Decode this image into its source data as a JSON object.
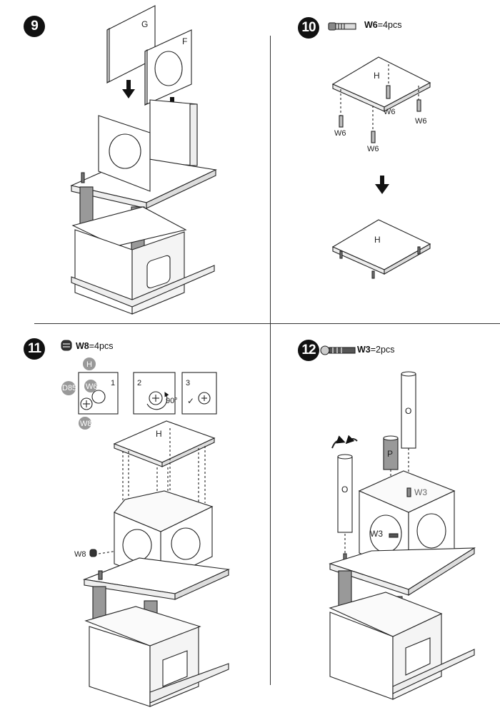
{
  "steps": [
    {
      "number": "9"
    },
    {
      "number": "10",
      "part_code": "W6",
      "part_qty": "=4pcs"
    },
    {
      "number": "11",
      "part_code": "W8",
      "part_qty": "=4pcs"
    },
    {
      "number": "12",
      "part_code": "W3",
      "part_qty": "=2pcs"
    }
  ],
  "labels": {
    "G": "G",
    "F": "F",
    "H": "H",
    "W6": "W6",
    "W8": "W8",
    "W3": "W3",
    "O": "O",
    "P": "P",
    "D85": "D85",
    "sub1": "1",
    "sub2": "2",
    "sub3": "3",
    "deg90": "90°"
  }
}
